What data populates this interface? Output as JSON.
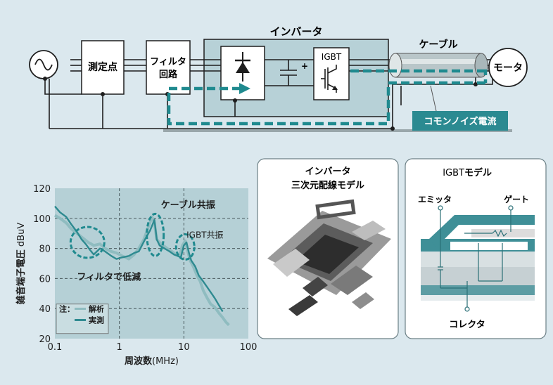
{
  "circuit": {
    "inverter_title": "インバータ",
    "cable_title": "ケーブル",
    "measure": "測定点",
    "filter_l1": "フィルタ",
    "filter_l2": "回路",
    "igbt": "IGBT",
    "plus": "+",
    "motor": "モータ",
    "common_noise": "コモンノイズ電流"
  },
  "wiring_panel": {
    "title_l1": "インバータ",
    "title_l2": "三次元配線モデル"
  },
  "igbt_panel": {
    "title_prefix": "IGBT",
    "title_suffix": "モデル",
    "emitter": "エミッタ",
    "gate": "ゲート",
    "collector": "コレクタ"
  },
  "chart_data": {
    "type": "line",
    "xlabel_main": "周波数",
    "xlabel_unit": "MHz",
    "ylabel_main": "雑音端子電圧",
    "ylabel_unit": "dBuV",
    "x_scale": "log",
    "xlim": [
      0.1,
      100
    ],
    "ylim": [
      20,
      120
    ],
    "x_ticks": [
      "0.1",
      "1",
      "10",
      "100"
    ],
    "y_ticks": [
      "20",
      "40",
      "60",
      "80",
      "100",
      "120"
    ],
    "grid": "dashed",
    "legend_title": "注：",
    "annotations": [
      "フィルタで低減",
      "ケーブル共振",
      "IGBT共振"
    ],
    "series": [
      {
        "name": "解析",
        "color": "#8fbcc0",
        "x": [
          0.1,
          0.12,
          0.15,
          0.18,
          0.22,
          0.27,
          0.33,
          0.4,
          0.5,
          0.6,
          0.75,
          0.9,
          1.1,
          1.4,
          1.7,
          2.0,
          2.4,
          2.8,
          3.2,
          3.5,
          3.8,
          4.2,
          4.8,
          5.5,
          6.5,
          7.5,
          8.5,
          9.5,
          10.5,
          11.5,
          12.5,
          14,
          16,
          18,
          20,
          23,
          26,
          30,
          35,
          40,
          45,
          50
        ],
        "y": [
          102,
          100,
          97,
          93,
          90,
          87,
          84,
          82,
          83,
          80,
          78,
          77,
          75,
          73,
          76,
          80,
          86,
          94,
          101,
          97,
          86,
          84,
          82,
          80,
          78,
          76,
          75,
          82,
          85,
          78,
          72,
          68,
          62,
          58,
          52,
          47,
          43,
          41,
          37,
          34,
          31,
          29
        ]
      },
      {
        "name": "実測",
        "color": "#2e8a90",
        "x": [
          0.1,
          0.12,
          0.15,
          0.18,
          0.22,
          0.26,
          0.3,
          0.35,
          0.4,
          0.5,
          0.6,
          0.75,
          0.9,
          1.1,
          1.4,
          1.7,
          2.0,
          2.5,
          3.0,
          3.5,
          3.8,
          4.2,
          5.0,
          6.0,
          7.0,
          8.0,
          9.0,
          10.0,
          11.0,
          12.0,
          13.0,
          15.0,
          17.0,
          20.0,
          25.0,
          30.0,
          40.0
        ],
        "y": [
          108,
          104,
          101,
          96,
          91,
          86,
          83,
          79,
          76,
          80,
          78,
          75,
          73,
          74,
          75,
          77,
          78,
          86,
          92,
          99,
          86,
          82,
          80,
          78,
          76,
          75,
          74,
          82,
          84,
          77,
          72,
          68,
          62,
          58,
          52,
          47,
          38
        ]
      }
    ]
  }
}
